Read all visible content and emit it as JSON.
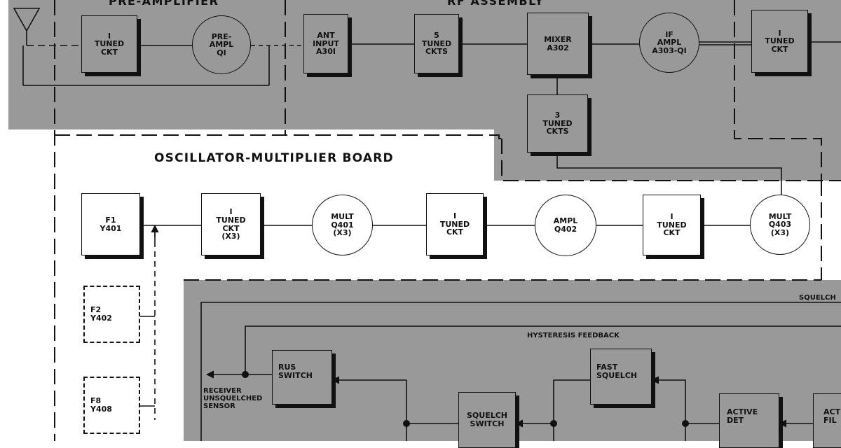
{
  "sections": {
    "preamp_title": "PRE-AMPLIFIER",
    "rf_title": "RF ASSEMBLY",
    "osc_title": "OSCILLATOR-MULTIPLIER BOARD"
  },
  "blocks": {
    "tuned_ckt_pre": "I\nTUNED\nCKT",
    "preampl_q1": "PRE-\nAMPL\nQI",
    "ant_input": "ANT\nINPUT\nA30I",
    "tuned_ckts_5": "5\nTUNED\nCKTS",
    "mixer": "MIXER\nA302",
    "if_ampl": "IF\nAMPL\nA303-QI",
    "tuned_ckt_rf": "I\nTUNED\nCKT",
    "tuned_ckts_3": "3\nTUNED\nCKTS",
    "f1_y401": "F1\nY401",
    "tuned_ckt_x3": "I\nTUNED\nCKT\n(X3)",
    "mult_q401": "MULT\nQ401\n(X3)",
    "tuned_ckt_osc1": "I\nTUNED\nCKT",
    "ampl_q402": "AMPL\nQ402",
    "tuned_ckt_osc2": "I\nTUNED\nCKT",
    "mult_q403": "MULT\nQ403\n(X3)",
    "f2_y402": "F2\nY402",
    "f8_y408": "F8\nY408",
    "rus_switch": "RUS\nSWITCH",
    "fast_squelch": "FAST\nSQUELCH",
    "squelch_switch": "SQUELCH\nSWITCH",
    "active_det": "ACTIVE\nDET",
    "active_filter": "ACT\nFIL"
  },
  "labels": {
    "squelch": "SQUELCH",
    "hysteresis": "HYSTERESIS FEEDBACK",
    "receiver": "RECEIVER\nUNSQUELCHED\nSENSOR"
  },
  "colors": {
    "shaded_region": "#999999",
    "line": "#111111",
    "background": "#ffffff"
  }
}
